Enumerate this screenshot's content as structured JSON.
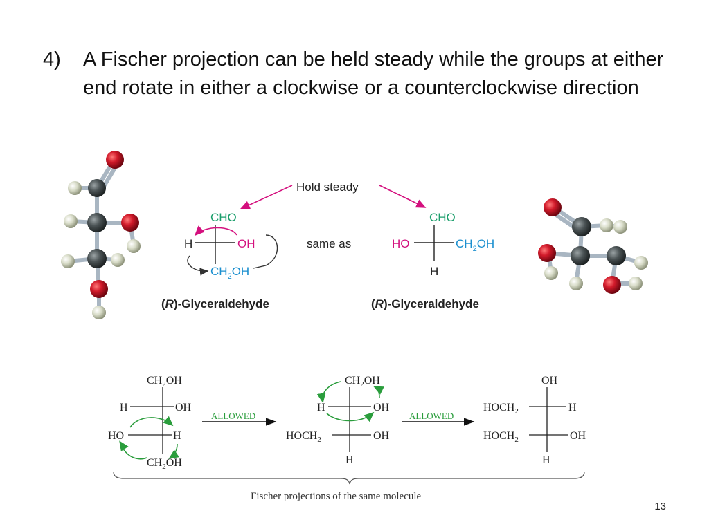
{
  "slide": {
    "point_number": "4)",
    "point_text": "A Fischer projection can be held steady while the groups at either end rotate in either a clockwise or a counterclockwise direction",
    "page_number": "13"
  },
  "upper_figure": {
    "hold_steady": "Hold steady",
    "same_as": "same as",
    "left": {
      "top": "CHO",
      "left": "H",
      "right": "OH",
      "bottom_main": "CH",
      "bottom_sub": "2",
      "bottom_tail": "OH",
      "caption_open": "(",
      "caption_r": "R",
      "caption_rest": ")-Glyceraldehyde"
    },
    "right": {
      "top": "CHO",
      "left": "HO",
      "right_main": "CH",
      "right_sub": "2",
      "right_tail": "OH",
      "bottom": "H",
      "caption_open": "(",
      "caption_r": "R",
      "caption_rest": ")-Glyceraldehyde"
    },
    "colors": {
      "green": "#1a9e6b",
      "blue": "#1b8fcf",
      "magenta": "#d4107e"
    }
  },
  "lower_figure": {
    "arrow1": "ALLOWED",
    "arrow2": "ALLOWED",
    "caption": "Fischer projections of the same molecule",
    "proj1": {
      "top_main": "CH",
      "top_sub": "2",
      "top_tail": "OH",
      "r1_left": "H",
      "r1_right": "OH",
      "r2_left": "HO",
      "r2_right": "H",
      "bottom_main": "CH",
      "bottom_sub": "2",
      "bottom_tail": "OH"
    },
    "proj2": {
      "top_main": "CH",
      "top_sub": "2",
      "top_tail": "OH",
      "r1_left": "H",
      "r1_right": "OH",
      "r2_left_main": "HOCH",
      "r2_left_sub": "2",
      "r2_right": "OH",
      "bottom": "H"
    },
    "proj3": {
      "top": "OH",
      "r1_left_main": "HOCH",
      "r1_left_sub": "2",
      "r1_right": "H",
      "r2_left_main": "HOCH",
      "r2_left_sub": "2",
      "r2_right": "OH",
      "bottom": "H"
    },
    "colors": {
      "arrow_green": "#2a9d3c",
      "allowed_green": "#2a9d3c"
    }
  }
}
